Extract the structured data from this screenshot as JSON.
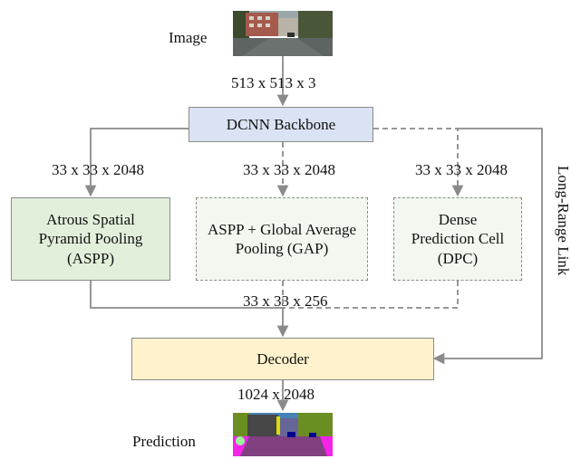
{
  "labels": {
    "image": "Image",
    "input_size": "513 x 513 x 3",
    "backbone": "DCNN Backbone",
    "feat_left": "33 x 33 x 2048",
    "feat_mid": "33 x 33 x 2048",
    "feat_right": "33 x 33 x 2048",
    "aspp": "Atrous Spatial Pyramid Pooling (ASPP)",
    "aspp_gap": "ASPP + Global Average Pooling (GAP)",
    "dpc": "Dense Prediction Cell (DPC)",
    "merged": "33 x 33 x 256",
    "decoder": "Decoder",
    "output_size": "1024 x 2048",
    "prediction": "Prediction",
    "long_range": "Long-Range Link"
  },
  "colors": {
    "backbone_fill": "#dae3f3",
    "aspp_fill": "#e2efda",
    "alt_fill": "#f2f8ef",
    "decoder_fill": "#fff2cc",
    "line": "#8a8a8a"
  }
}
